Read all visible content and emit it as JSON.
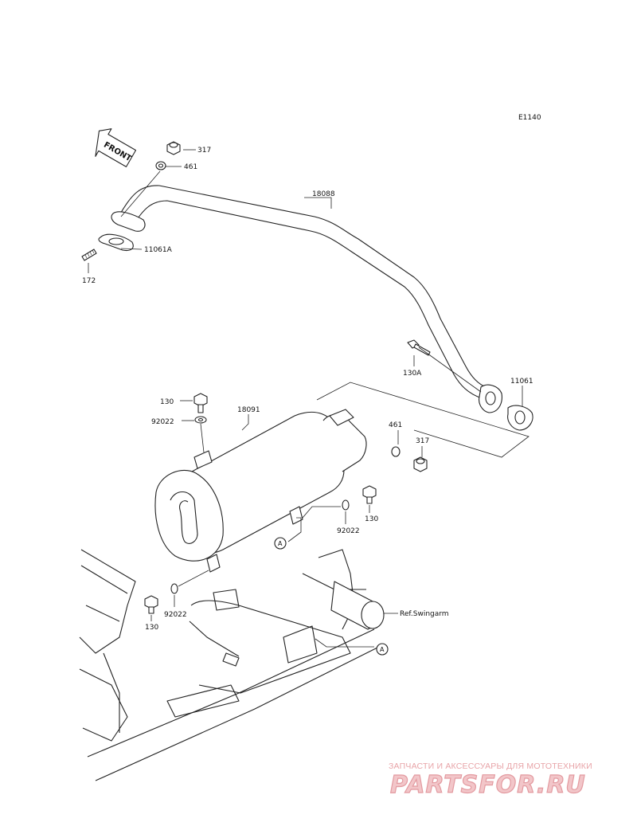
{
  "diagram": {
    "code": "E1140",
    "front_label": "FRONT",
    "labels": {
      "p317_top": "317",
      "p461_top": "461",
      "p18088": "18088",
      "p11061A": "11061A",
      "p172": "172",
      "p130A": "130A",
      "p11061": "11061",
      "p130_left": "130",
      "p92022_left": "92022",
      "p18091": "18091",
      "p461_mid": "461",
      "p317_mid": "317",
      "p130_right": "130",
      "p92022_right": "92022",
      "callout_a_upper": "A",
      "p92022_bottom": "92022",
      "p130_bottom": "130",
      "ref_swingarm": "Ref.Swingarm",
      "callout_a_lower": "A"
    }
  },
  "watermark": {
    "tagline": "ЗАПЧАСТИ И АКСЕССУАРЫ ДЛЯ МОТОТЕХНИКИ",
    "logo": "PARTSFOR.RU"
  }
}
